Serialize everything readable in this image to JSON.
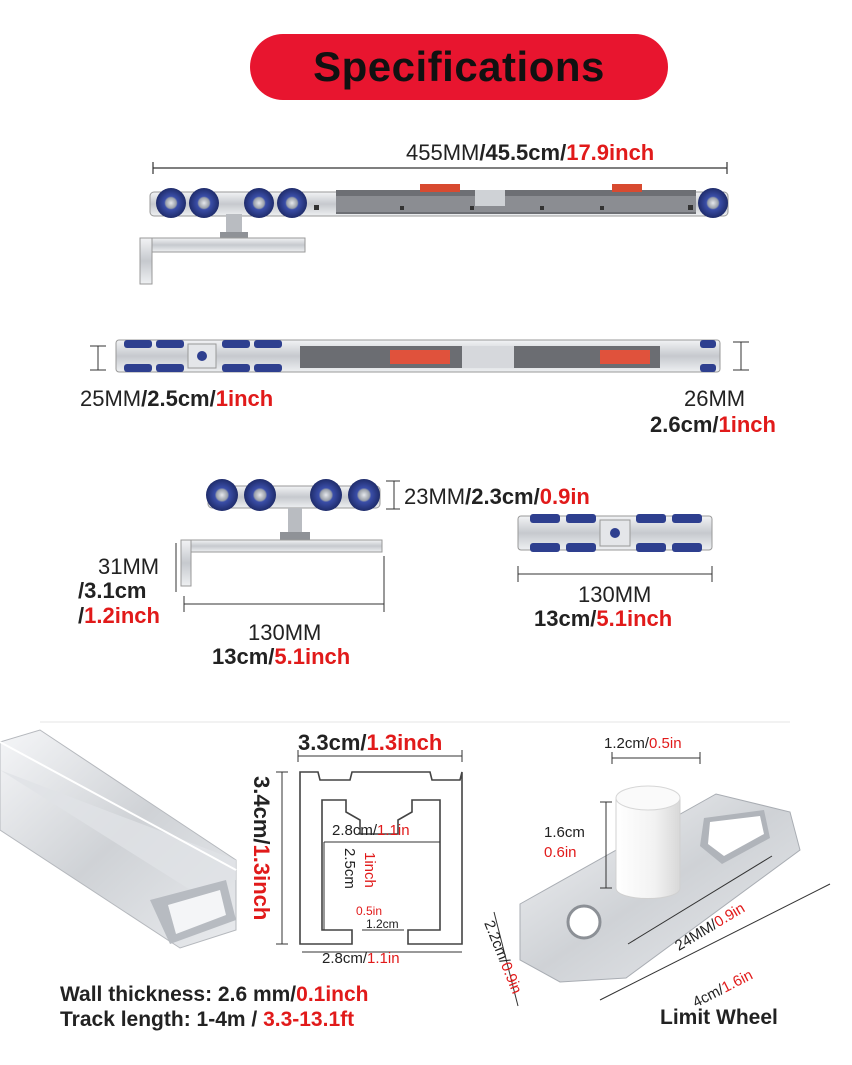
{
  "title": "Specifications",
  "colors": {
    "accent": "#e8152f",
    "highlight": "#e11a1a",
    "wheel": "#2e3f8f",
    "metal": "#c9ccd1"
  },
  "top_rail": {
    "dim_mm": "455MM",
    "dim_cm": "/45.5cm/",
    "dim_in": "17.9inch"
  },
  "middle_rail": {
    "left": {
      "mm": "25MM",
      "cm": "/2.5cm/",
      "in": "1inch"
    },
    "right": {
      "mm": "26MM",
      "cm": "2.6cm/",
      "in": "1inch"
    }
  },
  "hanger": {
    "height": {
      "mm": "23MM",
      "cm": "/2.3cm/",
      "in": "0.9in"
    },
    "bracket": {
      "mm": "31MM",
      "cm": "/3.1cm",
      "in_prefix": "/",
      "in": "1.2inch"
    },
    "width": {
      "mm": "130MM",
      "cm": "13cm/",
      "in": "5.1inch"
    }
  },
  "carriage": {
    "width": {
      "mm": "130MM",
      "cm": "13cm/",
      "in": "5.1inch"
    }
  },
  "track_profile": {
    "width": {
      "cm": "3.3cm/",
      "in": "1.3inch"
    },
    "height": {
      "cm": "3.4cm/",
      "in": "1.3inch"
    },
    "inner_width": {
      "cm": "2.8cm/",
      "in": "1.1in"
    },
    "inner_height": {
      "cm": "2.5cm",
      "in": "1inch"
    },
    "slot_in": "0.5in",
    "slot_cm": "1.2cm",
    "bottom_width": {
      "cm": "2.8cm/",
      "in": "1.1in"
    }
  },
  "track_specs": {
    "wall_label": "Wall thickness: 2.6 mm/",
    "wall_in": "0.1inch",
    "length_label": "Track length: 1-4m / ",
    "length_ft": "3.3-13.1ft"
  },
  "limit_wheel": {
    "label": "Limit Wheel",
    "top": {
      "cm": "1.2cm/",
      "in": "0.5in"
    },
    "height": {
      "cm": "1.6cm",
      "in": "0.6in"
    },
    "slot": {
      "mm": "24MM/",
      "in": "0.9in"
    },
    "length": {
      "cm": "4cm/",
      "in": "1.6in"
    },
    "width": {
      "cm": "2.2cm/",
      "in": "0.9in"
    }
  }
}
